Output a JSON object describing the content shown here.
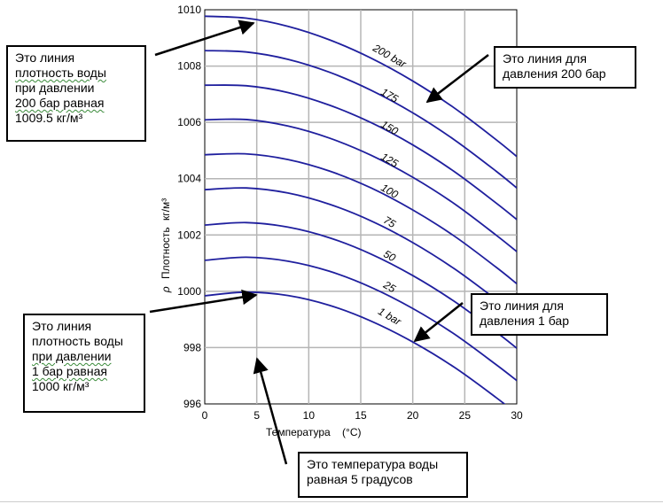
{
  "chart_data": {
    "type": "line",
    "title": "",
    "xlabel": "Температура",
    "xunit": "(°C)",
    "ylabel_symbol": "ρ",
    "ylabel": "Плотность",
    "yunit": "кг/м³",
    "xlim": [
      0,
      30
    ],
    "ylim": [
      996,
      1010
    ],
    "xticks": [
      0,
      5,
      10,
      15,
      20,
      25,
      30
    ],
    "yticks": [
      996,
      998,
      1000,
      1002,
      1004,
      1006,
      1008,
      1010
    ],
    "grid": true,
    "line_color": "#1f1f9e",
    "x": [
      0,
      4,
      8,
      12,
      16,
      20,
      24,
      28,
      30
    ],
    "series": [
      {
        "name": "1 bar",
        "values": [
          999.84,
          999.97,
          999.85,
          999.5,
          998.94,
          998.2,
          997.3,
          996.23,
          995.65
        ]
      },
      {
        "name": "25",
        "values": [
          1001.1,
          1001.21,
          1001.07,
          1000.71,
          1000.14,
          999.39,
          998.48,
          997.4,
          996.83
        ]
      },
      {
        "name": "50",
        "values": [
          1002.35,
          1002.44,
          1002.28,
          1001.9,
          1001.32,
          1000.56,
          999.64,
          998.56,
          997.98
        ]
      },
      {
        "name": "75",
        "values": [
          1003.61,
          1003.67,
          1003.49,
          1003.09,
          1002.5,
          1001.73,
          1000.8,
          999.71,
          999.13
        ]
      },
      {
        "name": "100",
        "values": [
          1004.85,
          1004.88,
          1004.68,
          1004.27,
          1003.67,
          1002.89,
          1001.96,
          1000.86,
          1000.27
        ]
      },
      {
        "name": "125",
        "values": [
          1006.09,
          1006.1,
          1005.87,
          1005.44,
          1004.83,
          1004.05,
          1003.11,
          1002.0,
          1001.41
        ]
      },
      {
        "name": "150",
        "values": [
          1007.32,
          1007.3,
          1007.06,
          1006.61,
          1005.99,
          1005.2,
          1004.25,
          1003.14,
          1002.55
        ]
      },
      {
        "name": "175",
        "values": [
          1008.55,
          1008.5,
          1008.24,
          1007.78,
          1007.14,
          1006.34,
          1005.38,
          1004.27,
          1003.67
        ]
      },
      {
        "name": "200 bar",
        "values": [
          1009.77,
          1009.7,
          1009.41,
          1008.93,
          1008.28,
          1007.47,
          1006.51,
          1005.39,
          1004.79
        ]
      }
    ],
    "curve_labels": [
      {
        "text": "1 bar",
        "x": 17.6,
        "y": 999.0
      },
      {
        "text": "25",
        "x": 17.6,
        "y": 1000.05
      },
      {
        "text": "50",
        "x": 17.6,
        "y": 1001.15
      },
      {
        "text": "75",
        "x": 17.6,
        "y": 1002.35
      },
      {
        "text": "100",
        "x": 17.6,
        "y": 1003.45
      },
      {
        "text": "125",
        "x": 17.6,
        "y": 1004.55
      },
      {
        "text": "150",
        "x": 17.6,
        "y": 1005.7
      },
      {
        "text": "175",
        "x": 17.6,
        "y": 1006.85
      },
      {
        "text": "200 bar",
        "x": 17.6,
        "y": 1008.25
      }
    ]
  },
  "callouts": {
    "top_left": [
      "Это линия",
      "плотность воды",
      "при давлении",
      "200 бар равная",
      "1009.5 кг/м³"
    ],
    "top_right": [
      "Это линия для",
      "давления 200 бар"
    ],
    "mid_left": [
      "Это линия",
      "плотность воды",
      "при давлении",
      "1 бар равная",
      "1000 кг/м³"
    ],
    "mid_right": [
      "Это линия для",
      "давления 1 бар"
    ],
    "bottom": [
      "Это температура воды",
      "равная 5 градусов"
    ]
  }
}
